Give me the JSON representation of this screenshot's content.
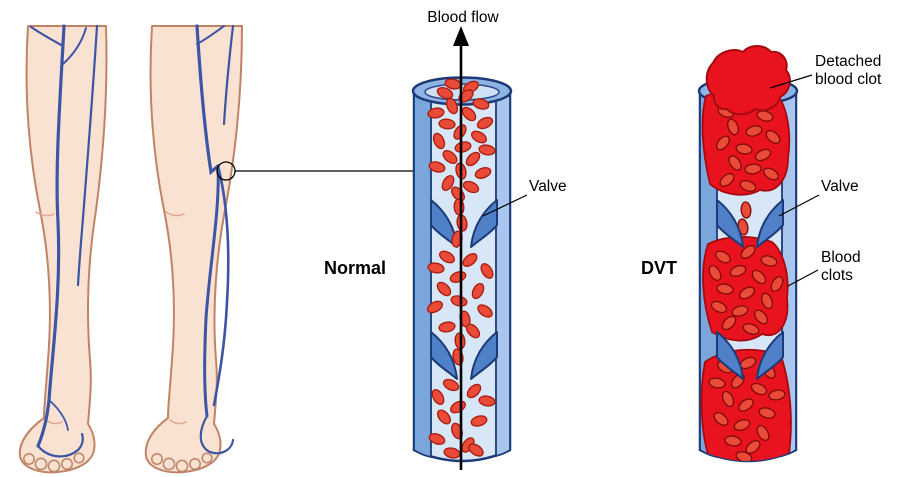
{
  "labels": {
    "blood_flow": "Blood flow",
    "normal": "Normal",
    "dvt": "DVT",
    "valve_normal": "Valve",
    "valve_dvt": "Valve",
    "detached_clot": [
      "Detached",
      "blood clot"
    ],
    "blood_clots": [
      "Blood",
      "clots"
    ]
  },
  "colors": {
    "skin": "#f9e2d2",
    "skin_outline": "#bf8468",
    "vein": "#3c55a4",
    "vessel_wall": "#7aa6db",
    "vessel_wall_light": "#a9c7ee",
    "vessel_outline": "#1c3a78",
    "lumen": "#d8e7f8",
    "valve": "#4f80c8",
    "blood_cell": "#ea4a38",
    "blood_cell_outline": "#a81c0e",
    "clot": "#e8131f",
    "clot_outline": "#a50a10",
    "arrow": "#000000"
  }
}
